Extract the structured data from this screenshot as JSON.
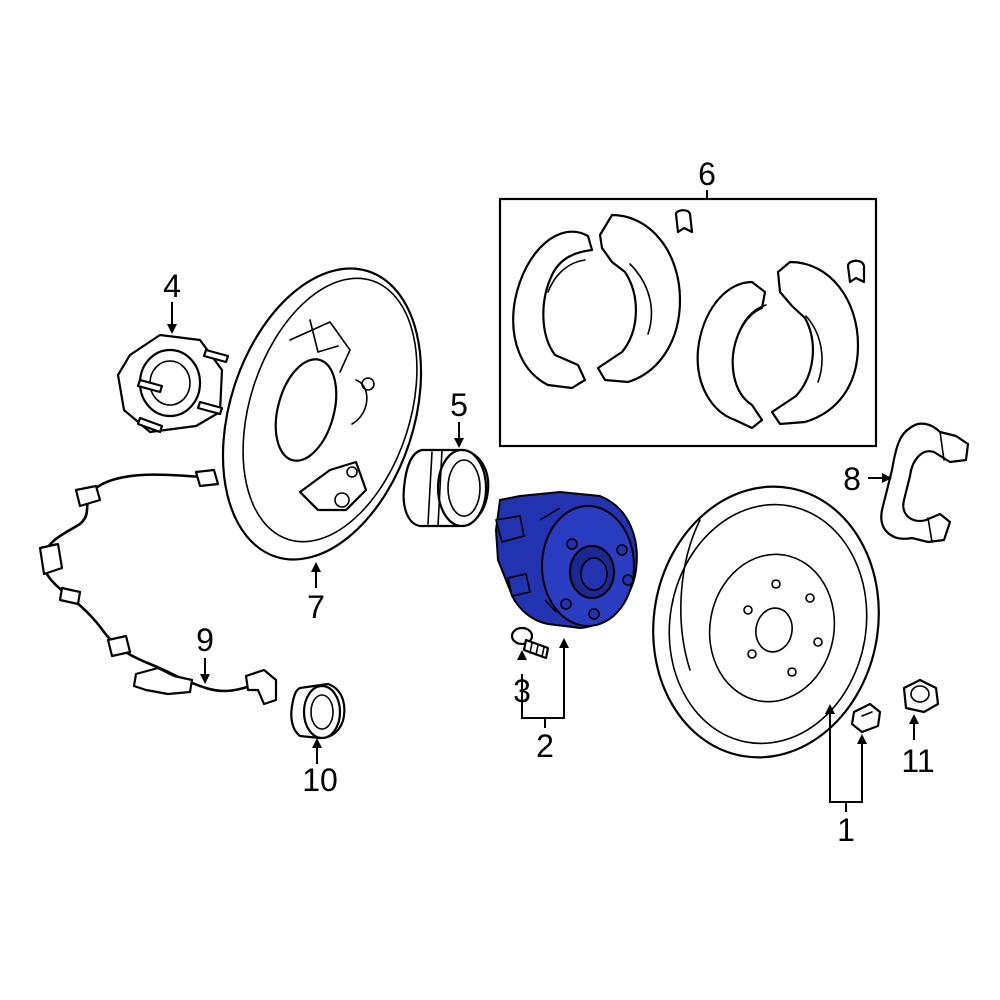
{
  "diagram": {
    "highlight_color": "#2233b0",
    "line_color": "#000000",
    "background": "#ffffff",
    "highlighted_part": "2"
  },
  "callouts": {
    "c1": "1",
    "c2": "2",
    "c3": "3",
    "c4": "4",
    "c5": "5",
    "c6": "6",
    "c7": "7",
    "c8": "8",
    "c9": "9",
    "c10": "10",
    "c11": "11"
  }
}
